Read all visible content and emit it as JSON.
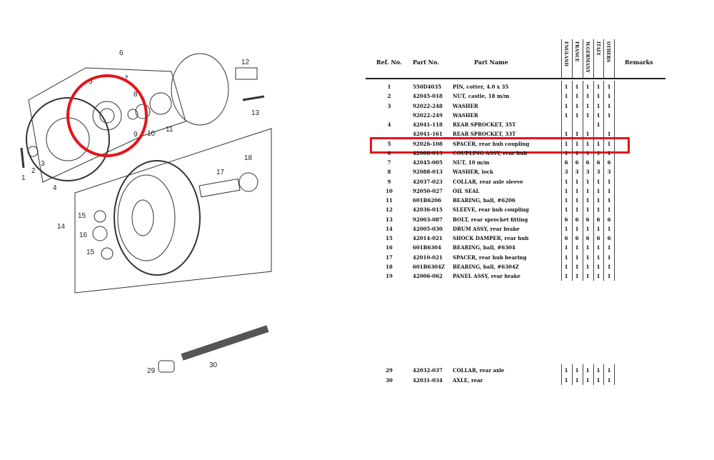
{
  "header": {
    "ref_no": "Ref. No.",
    "part_no": "Part No.",
    "part_name": "Part Name",
    "countries": [
      "ENGLAND",
      "FRANCE",
      "W.GERMANY",
      "ITALY",
      "OTHERS"
    ],
    "remarks": "Remarks"
  },
  "rows": [
    {
      "ref": "1",
      "part": "550D4035",
      "name": "PIN, cotter, 4.0 x 35",
      "qty": [
        "1",
        "1",
        "1",
        "1",
        "1"
      ]
    },
    {
      "ref": "2",
      "part": "42045-018",
      "name": "NUT, castle, 18 m/m",
      "qty": [
        "1",
        "1",
        "1",
        "1",
        "1"
      ]
    },
    {
      "ref": "3",
      "part": "92022-248",
      "name": "WASHER",
      "qty": [
        "1",
        "1",
        "1",
        "1",
        "1"
      ]
    },
    {
      "ref": "",
      "part": "92022-249",
      "name": "WASHER",
      "qty": [
        "1",
        "1",
        "1",
        "1",
        "1"
      ]
    },
    {
      "ref": "4",
      "part": "42041-118",
      "name": "REAR SPROCKET, 35T",
      "qty": [
        "",
        "",
        "",
        "1",
        ""
      ]
    },
    {
      "ref": "",
      "part": "42041-161",
      "name": "REAR SPROCKET, 33T",
      "qty": [
        "1",
        "1",
        "1",
        "",
        "1"
      ]
    },
    {
      "ref": "5",
      "part": "92026-108",
      "name": "SPACER, rear hub coupling",
      "qty": [
        "1",
        "1",
        "1",
        "1",
        "1"
      ]
    },
    {
      "ref": "6",
      "part": "42008-013",
      "name": "COUPLING ASSY, rear hub",
      "qty": [
        "1",
        "1",
        "1",
        "1",
        "1"
      ]
    },
    {
      "ref": "7",
      "part": "42045-005",
      "name": "NUT, 10 m/m",
      "qty": [
        "6",
        "6",
        "6",
        "6",
        "6"
      ]
    },
    {
      "ref": "8",
      "part": "92088-013",
      "name": "WASHER, lock",
      "qty": [
        "3",
        "3",
        "3",
        "3",
        "3"
      ]
    },
    {
      "ref": "9",
      "part": "42037-023",
      "name": "COLLAR, rear axle sleeve",
      "qty": [
        "1",
        "1",
        "1",
        "1",
        "1"
      ]
    },
    {
      "ref": "10",
      "part": "92050-027",
      "name": "OIL SEAL",
      "qty": [
        "1",
        "1",
        "1",
        "1",
        "1"
      ]
    },
    {
      "ref": "11",
      "part": "601B6206",
      "name": "BEARING, ball, #6206",
      "qty": [
        "1",
        "1",
        "1",
        "1",
        "1"
      ]
    },
    {
      "ref": "12",
      "part": "42036-015",
      "name": "SLEEVE, rear hub coupling",
      "qty": [
        "1",
        "1",
        "1",
        "1",
        "1"
      ]
    },
    {
      "ref": "13",
      "part": "92003-087",
      "name": "BOLT, rear sprocket fitting",
      "qty": [
        "6",
        "6",
        "6",
        "6",
        "6"
      ]
    },
    {
      "ref": "14",
      "part": "42005-030",
      "name": "DRUM ASSY, rear brake",
      "qty": [
        "1",
        "1",
        "1",
        "1",
        "1"
      ]
    },
    {
      "ref": "15",
      "part": "42014-021",
      "name": "SHOCK DAMPER, rear hub",
      "qty": [
        "6",
        "6",
        "6",
        "6",
        "6"
      ]
    },
    {
      "ref": "16",
      "part": "601B6304",
      "name": "BEARING, ball, #6304",
      "qty": [
        "1",
        "1",
        "1",
        "1",
        "1"
      ]
    },
    {
      "ref": "17",
      "part": "42010-021",
      "name": "SPACER, rear hub bearing",
      "qty": [
        "1",
        "1",
        "1",
        "1",
        "1"
      ]
    },
    {
      "ref": "18",
      "part": "601B6304Z",
      "name": "BEARING, ball, #6304Z",
      "qty": [
        "1",
        "1",
        "1",
        "1",
        "1"
      ]
    },
    {
      "ref": "19",
      "part": "42006-062",
      "name": "PANEL ASSY, rear brake",
      "qty": [
        "1",
        "1",
        "1",
        "1",
        "1"
      ]
    }
  ],
  "rows_bottom": [
    {
      "ref": "29",
      "part": "42032-037",
      "name": "COLLAR, rear axle",
      "qty": [
        "1",
        "1",
        "1",
        "1",
        "1"
      ]
    },
    {
      "ref": "30",
      "part": "42031-034",
      "name": "AXLE, rear",
      "qty": [
        "1",
        "1",
        "1",
        "1",
        "1"
      ]
    }
  ],
  "callouts": [
    "1",
    "2",
    "3",
    "4",
    "5",
    "6",
    "7",
    "8",
    "9",
    "10",
    "11",
    "12",
    "13",
    "14",
    "15",
    "16",
    "15",
    "17",
    "18",
    "29",
    "30"
  ],
  "highlight_color": "#e3141b"
}
